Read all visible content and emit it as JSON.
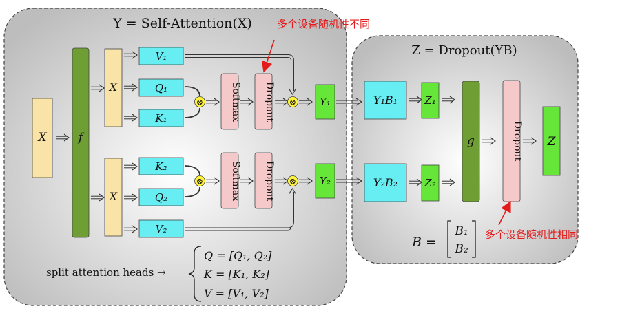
{
  "attention_block": {
    "title": "Y = Self-Attention(X)",
    "input_label": "X",
    "f_label": "f",
    "head1": {
      "x_label": "X",
      "v_label": "V₁",
      "q_label": "Q₁",
      "k_label": "K₁",
      "softmax_label": "Softmax",
      "dropout_label": "Dropout",
      "y_label": "Y₁"
    },
    "head2": {
      "x_label": "X",
      "k_label": "K₂",
      "q_label": "Q₂",
      "v_label": "V₂",
      "softmax_label": "Softmax",
      "dropout_label": "Dropout",
      "y_label": "Y₂"
    },
    "split_caption": "split attention heads →",
    "equations": [
      "Q = [Q₁, Q₂]",
      "K = [K₁, K₂]",
      "V = [V₁, V₂]"
    ]
  },
  "dropout_block": {
    "title": "Z = Dropout(YB)",
    "yb1_label": "Y₁B₁",
    "yb2_label": "Y₂B₂",
    "z1_label": "Z₁",
    "z2_label": "Z₂",
    "g_label": "g",
    "dropout_label": "Dropout",
    "z_label": "Z",
    "b_equation": "B =",
    "b_entries": [
      "B₁",
      "B₂"
    ]
  },
  "annotations": {
    "different_randomness": "多个设备随机性不同",
    "same_randomness": "多个设备随机性相同"
  },
  "colors": {
    "input_yellow": "#f9e3a7",
    "f_green": "#6f9e35",
    "cyan": "#66eef2",
    "pink": "#f5c9c9",
    "bright_green": "#66e638",
    "multiply_yellow": "#fff23a",
    "annotation_red": "#e41b1b"
  }
}
